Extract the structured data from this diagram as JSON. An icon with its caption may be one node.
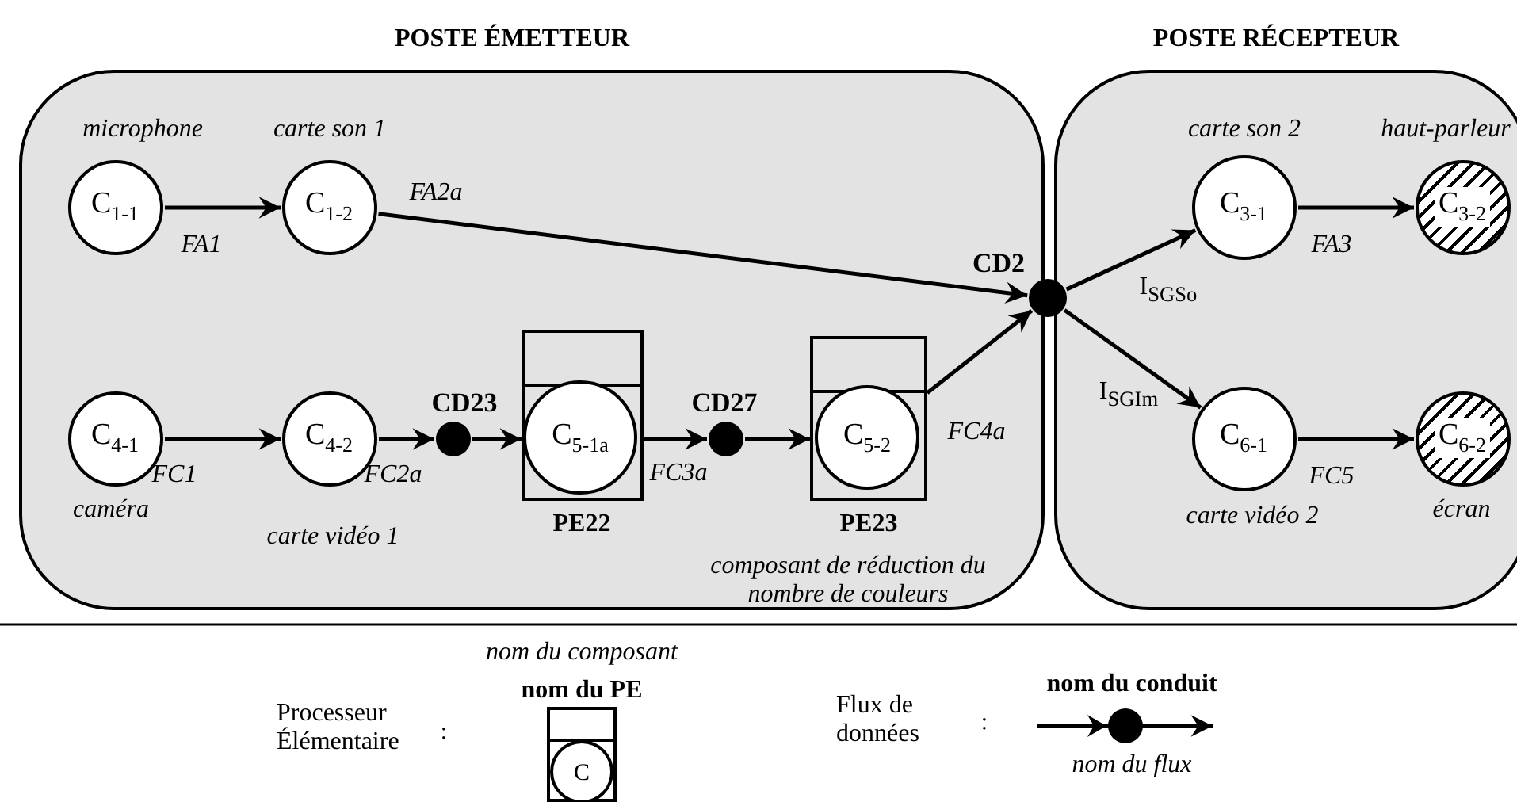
{
  "diagram": {
    "nodes": [
      {
        "text": [
          "POSTE ÉMETTEUR"
        ]
      },
      {
        "text": [
          "POSTE RÉCEPTEUR"
        ]
      },
      {
        "text": [
          "C$_{1-1}$"
        ],
        "in": 0,
        "beside": [
          "microphone"
        ]
      },
      {
        "text": [
          "C$_{1-2}$"
        ],
        "in": 0,
        "beside": [
          "carte son 1"
        ]
      },
      {
        "text": [
          "C$_{4-1}$"
        ],
        "in": 0,
        "beside": [
          "caméra"
        ]
      },
      {
        "text": [
          "C$_{4-2}$"
        ],
        "in": 0,
        "beside": [
          "carte vidéo 1"
        ]
      },
      {
        "text": [],
        "shape": "circle",
        "in": 0,
        "beside": [
          "CD23"
        ]
      },
      {
        "text": [
          "PE22"
        ],
        "in": 0
      },
      {
        "text": [
          "C$_{5-1a}$"
        ],
        "in": 7
      },
      {
        "text": [],
        "shape": "circle",
        "in": 0,
        "beside": [
          "CD27"
        ]
      },
      {
        "text": [
          "PE23"
        ],
        "in": 0,
        "beside": [
          "composant de réduction du nombre de couleurs"
        ]
      },
      {
        "text": [
          "C$_{5-2}$"
        ],
        "in": 10
      },
      {
        "text": [],
        "shape": "circle",
        "beside": [
          "CD2"
        ]
      },
      {
        "text": [
          "C$_{3-1}$"
        ],
        "in": 1,
        "beside": [
          "carte son 2"
        ]
      },
      {
        "text": [
          "C$_{3-2}$"
        ],
        "in": 1,
        "beside": [
          "haut-parleur"
        ]
      },
      {
        "text": [
          "C$_{6-1}$"
        ],
        "in": 1,
        "beside": [
          "carte vidéo 2"
        ]
      },
      {
        "text": [
          "C$_{6-2}$"
        ],
        "in": 1,
        "beside": [
          "écran"
        ]
      }
    ],
    "edges": [
      {
        "from": 2,
        "to": 3,
        "arrow": "to",
        "label": "FA1"
      },
      {
        "from": 4,
        "to": 5,
        "arrow": "to",
        "label": "FC1"
      },
      {
        "from": 5,
        "to": 6,
        "arrow": "to",
        "label": "FC2a"
      },
      {
        "from": 6,
        "to": 7,
        "arrow": "to"
      },
      {
        "from": 7,
        "to": 9,
        "arrow": "to",
        "label": "FC3a"
      },
      {
        "from": 9,
        "to": 10,
        "arrow": "to"
      },
      {
        "from": 3,
        "to": 12,
        "arrow": "to",
        "label": "FA2a"
      },
      {
        "from": 10,
        "to": 12,
        "arrow": "to",
        "label": "FC4a"
      },
      {
        "from": 12,
        "to": 13,
        "arrow": "to",
        "label": "I$_{SGSo}$"
      },
      {
        "from": 12,
        "to": 15,
        "arrow": "to",
        "label": "I$_{SGIm}$"
      },
      {
        "from": 13,
        "to": 14,
        "arrow": "to",
        "label": "FA3"
      },
      {
        "from": 15,
        "to": 16,
        "arrow": "to",
        "label": "FC5"
      }
    ],
    "labels": [
      "nom du composant",
      "nom du PE",
      ":",
      "C",
      "nom du conduit",
      ":",
      "nom du flux"
    ],
    "legend": [
      {
        "text": "Processeur Élémentaire"
      },
      {
        "text": "Flux de données"
      }
    ]
  }
}
